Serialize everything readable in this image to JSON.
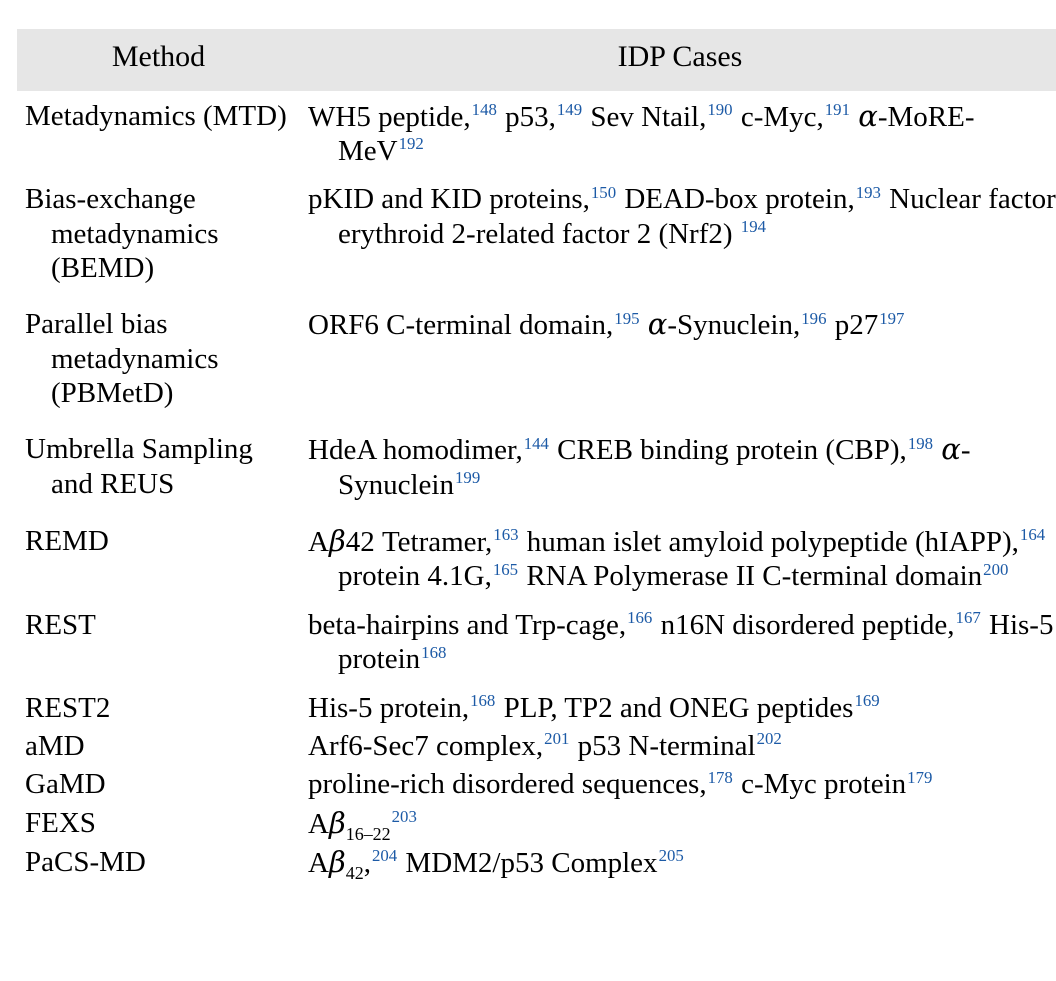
{
  "table": {
    "columns": [
      {
        "key": "method",
        "label": "Method"
      },
      {
        "key": "cases",
        "label": "IDP Cases"
      }
    ],
    "header_background": "#e6e6e6",
    "reference_color": "#1c5aa6",
    "rows": [
      {
        "method": "Metadynamics (MTD)",
        "cases_text": "WH5 peptide,148 p53,149 Sev Ntail,190 c-Myc,191 α-MoRE-MeV192",
        "cases_items": [
          {
            "name": "WH5 peptide",
            "refs": [
              "148"
            ]
          },
          {
            "name": "p53",
            "refs": [
              "149"
            ]
          },
          {
            "name": "Sev Ntail",
            "refs": [
              "190"
            ]
          },
          {
            "name": "c-Myc",
            "refs": [
              "191"
            ]
          },
          {
            "name": "α-MoRE-MeV",
            "refs": [
              "192"
            ]
          }
        ]
      },
      {
        "method": "Bias-exchange metadynamics (BEMD)",
        "cases_text": "pKID and KID proteins,150 DEAD-box protein,193 Nuclear factor erythroid 2-related factor 2 (Nrf2) 194",
        "cases_items": [
          {
            "name": "pKID and KID proteins",
            "refs": [
              "150"
            ]
          },
          {
            "name": "DEAD-box protein",
            "refs": [
              "193"
            ]
          },
          {
            "name": "Nuclear factor erythroid 2-related factor 2 (Nrf2)",
            "refs": [
              "194"
            ]
          }
        ]
      },
      {
        "method": "Parallel bias metadynamics (PBMetD)",
        "cases_text": "ORF6 C-terminal domain,195 α-Synuclein,196 p27197",
        "cases_items": [
          {
            "name": "ORF6 C-terminal domain",
            "refs": [
              "195"
            ]
          },
          {
            "name": "α-Synuclein",
            "refs": [
              "196"
            ]
          },
          {
            "name": "p27",
            "refs": [
              "197"
            ]
          }
        ]
      },
      {
        "method": "Umbrella Sampling and REUS",
        "cases_text": "HdeA homodimer,144 CREB binding protein (CBP),198 α-Synuclein199",
        "cases_items": [
          {
            "name": "HdeA homodimer",
            "refs": [
              "144"
            ]
          },
          {
            "name": "CREB binding protein (CBP)",
            "refs": [
              "198"
            ]
          },
          {
            "name": "α-Synuclein",
            "refs": [
              "199"
            ]
          }
        ]
      },
      {
        "method": "REMD",
        "cases_text": "Aβ42 Tetramer,163 human islet amyloid polypeptide (hIAPP),164 protein 4.1G,165 RNA Polymerase II C-terminal domain200",
        "cases_items": [
          {
            "name": "Aβ42 Tetramer",
            "refs": [
              "163"
            ]
          },
          {
            "name": "human islet amyloid polypeptide (hIAPP)",
            "refs": [
              "164"
            ]
          },
          {
            "name": "protein 4.1G",
            "refs": [
              "165"
            ]
          },
          {
            "name": "RNA Polymerase II C-terminal domain",
            "refs": [
              "200"
            ]
          }
        ]
      },
      {
        "method": "REST",
        "cases_text": "beta-hairpins and Trp-cage,166 n16N disordered peptide,167 His-5 protein168",
        "cases_items": [
          {
            "name": "beta-hairpins and Trp-cage",
            "refs": [
              "166"
            ]
          },
          {
            "name": "n16N disordered peptide",
            "refs": [
              "167"
            ]
          },
          {
            "name": "His-5 protein",
            "refs": [
              "168"
            ]
          }
        ]
      },
      {
        "method": "REST2",
        "cases_text": "His-5 protein,168 PLP, TP2 and ONEG peptides169",
        "cases_items": [
          {
            "name": "His-5 protein",
            "refs": [
              "168"
            ]
          },
          {
            "name": "PLP, TP2 and ONEG peptides",
            "refs": [
              "169"
            ]
          }
        ]
      },
      {
        "method": "aMD",
        "cases_text": "Arf6-Sec7 complex,201 p53 N-terminal202",
        "cases_items": [
          {
            "name": "Arf6-Sec7 complex",
            "refs": [
              "201"
            ]
          },
          {
            "name": "p53 N-terminal",
            "refs": [
              "202"
            ]
          }
        ]
      },
      {
        "method": "GaMD",
        "cases_text": "proline-rich disordered sequences,178 c-Myc protein179",
        "cases_items": [
          {
            "name": "proline-rich disordered sequences",
            "refs": [
              "178"
            ]
          },
          {
            "name": "c-Myc protein",
            "refs": [
              "179"
            ]
          }
        ]
      },
      {
        "method": "FEXS",
        "cases_text": "Aβ16–22 203",
        "cases_items": [
          {
            "name": "Aβ16–22",
            "refs": [
              "203"
            ]
          }
        ]
      },
      {
        "method": "PaCS-MD",
        "cases_text": "Aβ42,204 MDM2/p53 Complex205",
        "cases_items": [
          {
            "name": "Aβ42",
            "refs": [
              "204"
            ]
          },
          {
            "name": "MDM2/p53 Complex",
            "refs": [
              "205"
            ]
          }
        ]
      }
    ]
  }
}
